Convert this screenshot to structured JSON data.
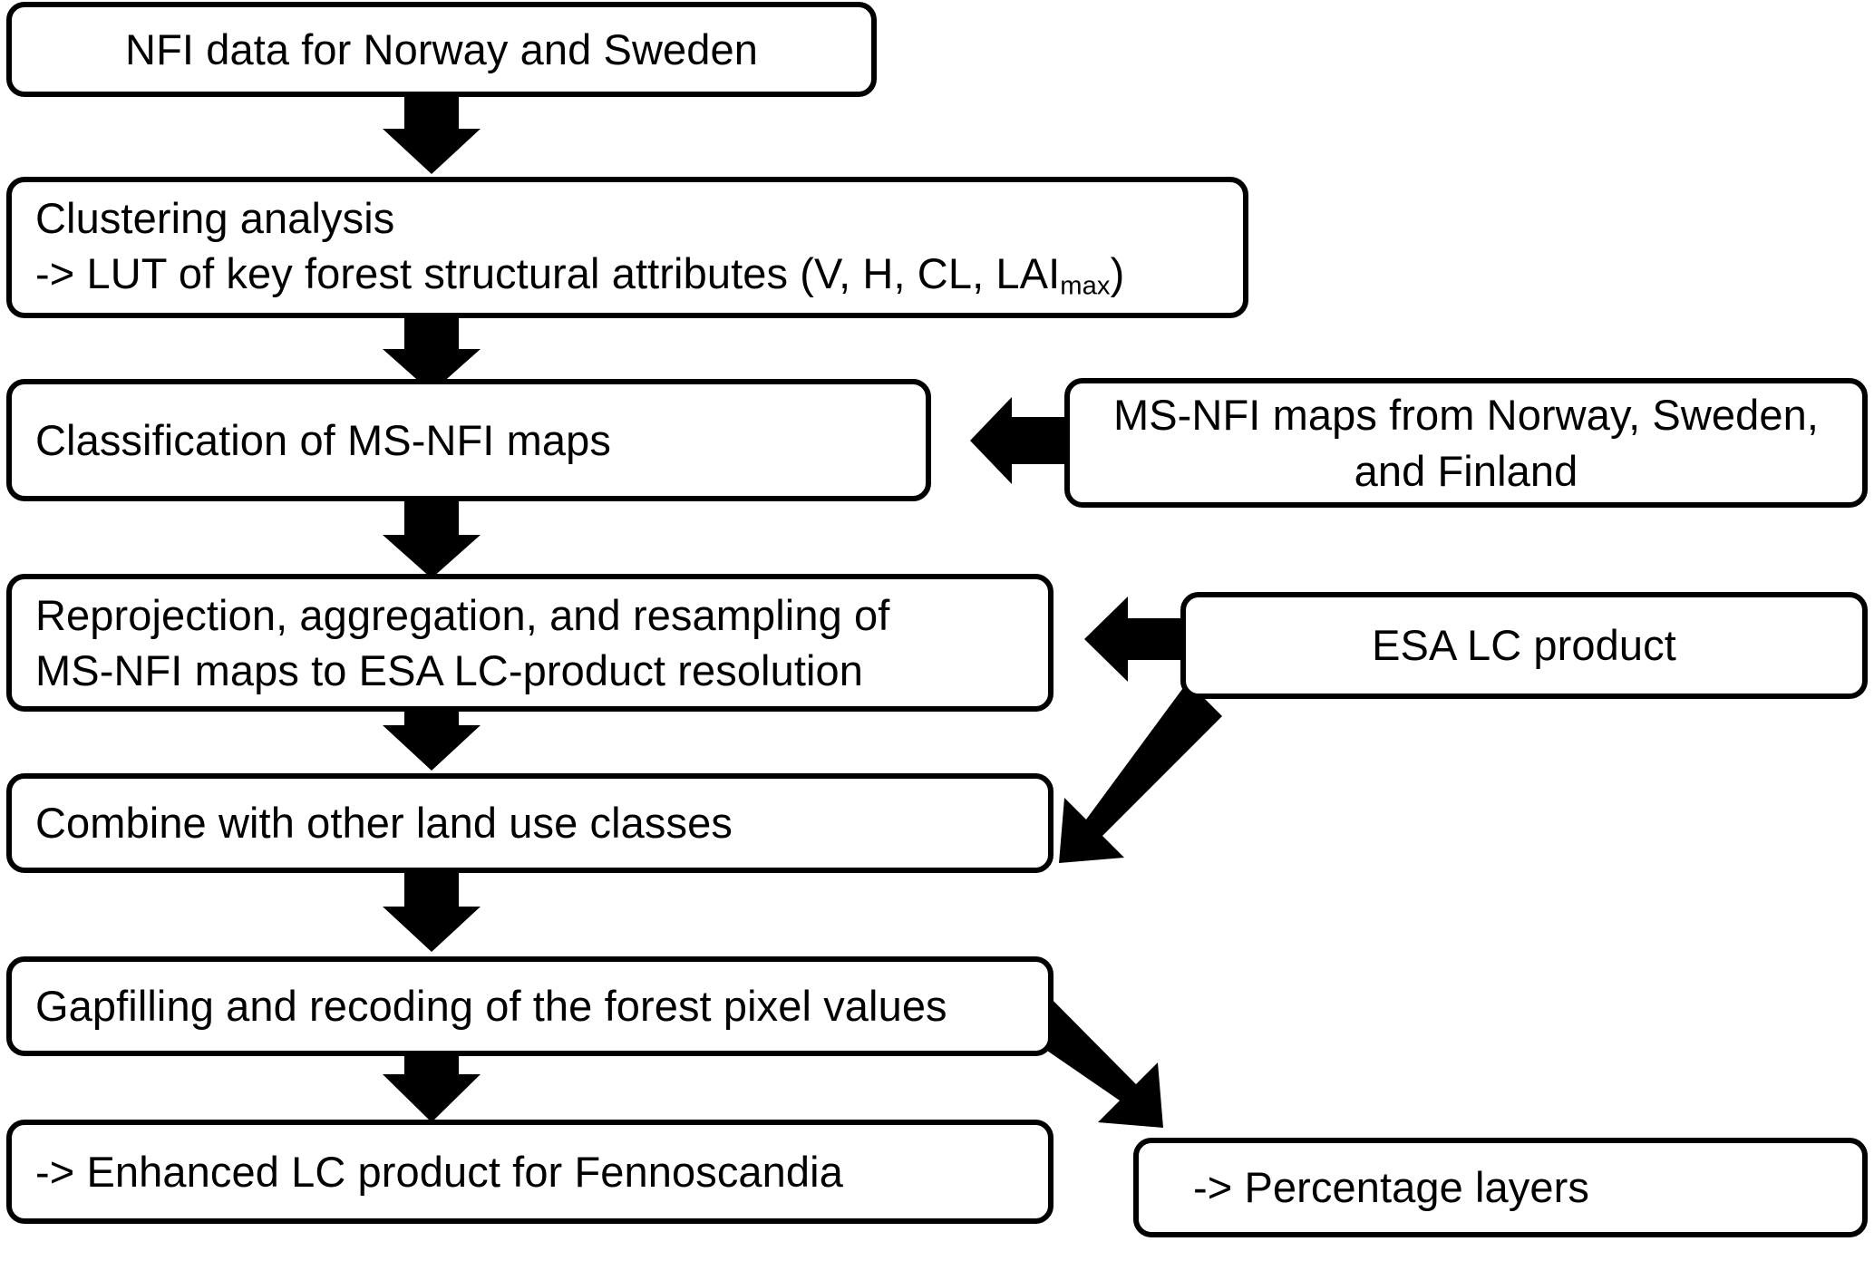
{
  "diagram": {
    "title": "Workflow for producing an enhanced land-cover product for Fennoscandia",
    "background_color": "#ffffff",
    "line_color": "#000000",
    "text_color": "#000000",
    "nodes": [
      {
        "id": "nfi-data",
        "lines": [
          "NFI data for Norway and Sweden"
        ],
        "align": "center"
      },
      {
        "id": "clustering",
        "lines": [
          "Clustering analysis",
          "-> LUT of key forest structural attributes (V, H, CL, LAI",
          "max",
          ")"
        ],
        "line1": "Clustering analysis",
        "line2_prefix": "-> LUT of key forest structural attributes (V, H, CL, LAI",
        "line2_sub": "max",
        "line2_suffix": ")",
        "align": "left"
      },
      {
        "id": "classification",
        "lines": [
          "Classification of MS-NFI maps"
        ],
        "align": "left"
      },
      {
        "id": "ms-nfi-maps",
        "line1": "MS-NFI maps from Norway, Sweden,",
        "line2": "and Finland",
        "align": "center"
      },
      {
        "id": "reprojection",
        "line1": "Reprojection, aggregation, and resampling of",
        "line2": "MS-NFI maps to ESA LC-product resolution",
        "align": "left"
      },
      {
        "id": "esa-lc-product",
        "lines": [
          "ESA LC product"
        ],
        "align": "center"
      },
      {
        "id": "combine",
        "lines": [
          "Combine with other land use classes"
        ],
        "align": "left"
      },
      {
        "id": "gapfilling",
        "lines": [
          "Gapfilling and recoding of the forest pixel values"
        ],
        "align": "left"
      },
      {
        "id": "enhanced-lc",
        "lines": [
          "-> Enhanced LC product for Fennoscandia"
        ],
        "align": "left"
      },
      {
        "id": "percentage-layers",
        "lines": [
          "-> Percentage layers"
        ],
        "align": "indent"
      }
    ],
    "labels": {
      "nfi_data": "NFI data for Norway and Sweden",
      "clustering_line1": "Clustering analysis",
      "clustering_line2_prefix": "-> LUT of key forest structural attributes (V, H, CL, LAI",
      "clustering_line2_sub": "max",
      "clustering_line2_suffix": ")",
      "classification": "Classification of MS-NFI maps",
      "msnfi_line1": "MS-NFI maps from Norway, Sweden,",
      "msnfi_line2": "and Finland",
      "reprojection_line1": "Reprojection, aggregation, and resampling of",
      "reprojection_line2": "MS-NFI maps to ESA LC-product resolution",
      "esa_lc_product": "ESA LC product",
      "combine": "Combine with other land use classes",
      "gapfilling": "Gapfilling and recoding of the forest pixel values",
      "enhanced_lc": "-> Enhanced LC product for Fennoscandia",
      "percentage_layers": "-> Percentage layers"
    },
    "connectors": [
      {
        "id": "arrow-nfi-to-clustering",
        "kind": "down-arrow",
        "from": "nfi-data",
        "to": "clustering"
      },
      {
        "id": "arrow-clustering-to-classification",
        "kind": "down-arrow",
        "from": "clustering",
        "to": "classification"
      },
      {
        "id": "arrow-msnfi-to-classification",
        "kind": "left-arrow",
        "from": "ms-nfi-maps",
        "to": "classification"
      },
      {
        "id": "arrow-classification-to-reprojection",
        "kind": "down-arrow",
        "from": "classification",
        "to": "reprojection"
      },
      {
        "id": "arrow-esa-to-reprojection",
        "kind": "left-arrow",
        "from": "esa-lc-product",
        "to": "reprojection"
      },
      {
        "id": "arrow-reprojection-to-combine",
        "kind": "down-arrow",
        "from": "reprojection",
        "to": "combine"
      },
      {
        "id": "arrow-esa-to-combine",
        "kind": "diagonal-arrow",
        "from": "esa-lc-product",
        "to": "combine"
      },
      {
        "id": "arrow-combine-to-gapfilling",
        "kind": "down-arrow",
        "from": "combine",
        "to": "gapfilling"
      },
      {
        "id": "arrow-gapfilling-to-enhanced",
        "kind": "down-arrow",
        "from": "gapfilling",
        "to": "enhanced-lc"
      },
      {
        "id": "arrow-gapfilling-to-percentage",
        "kind": "diagonal-arrow",
        "from": "gapfilling",
        "to": "percentage-layers"
      }
    ]
  }
}
